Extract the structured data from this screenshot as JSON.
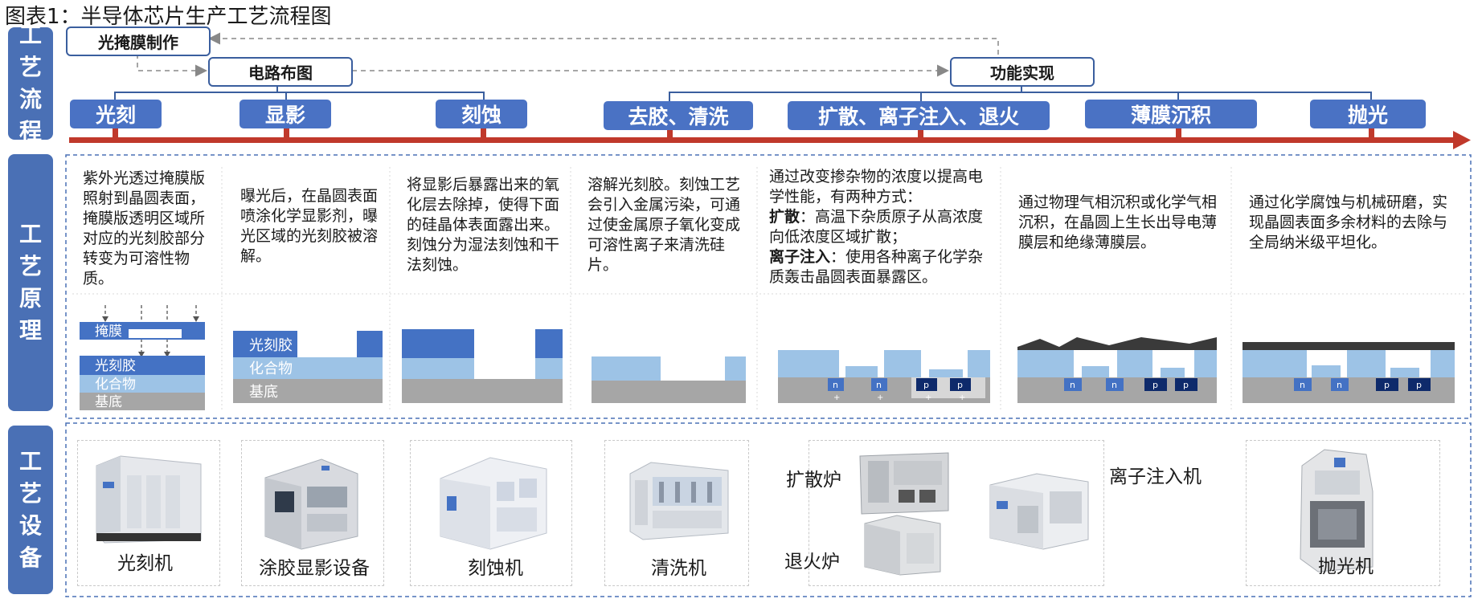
{
  "title": "图表1：半导体芯片生产工艺流程图",
  "sections": {
    "flow": [
      "工",
      "艺",
      "流",
      "程"
    ],
    "principle": [
      "工",
      "艺",
      "原",
      "理"
    ],
    "equipment": [
      "工",
      "艺",
      "设",
      "备"
    ]
  },
  "top_flow": {
    "mask": "光掩膜制作",
    "layout": "电路布图",
    "function": "功能实现"
  },
  "steps": [
    "光刻",
    "显影",
    "刻蚀",
    "去胶、清洗",
    "扩散、离子注入、退火",
    "薄膜沉积",
    "抛光"
  ],
  "descriptions": {
    "litho": "紫外光透过掩膜版照射到晶圆表面，掩膜版透明区域所对应的光刻胶部分转变为可溶性物质。",
    "develop": "曝光后，在晶圆表面喷涂化学显影剂，曝光区域的光刻胶被溶解。",
    "etch": "将显影后暴露出来的氧化层去除掉，使得下面的硅晶体表面露出来。刻蚀分为湿法刻蚀和干法刻蚀。",
    "clean": "溶解光刻胶。刻蚀工艺会引入金属污染，可通过使金属原子氧化变成可溶性离子来清洗硅片。",
    "dope_intro": "通过改变掺杂物的浓度以提高电学性能，有两种方式：",
    "dope_diff_label": "扩散",
    "dope_diff_text": "：高温下杂质原子从高浓度向低浓度区域扩散；",
    "dope_ion_label": "离子注入",
    "dope_ion_text": "：使用各种离子化学杂质轰击晶圆表面暴露区。",
    "film": "通过物理气相沉积或化学气相沉积，在晶圆上生长出导电薄膜层和绝缘薄膜层。",
    "polish": "通过化学腐蚀与机械研磨，实现晶圆表面多余材料的去除与全局纳米级平坦化。"
  },
  "layers": {
    "mask": "掩膜",
    "photoresist": "光刻胶",
    "compound": "化合物",
    "substrate": "基底",
    "n": "n",
    "p": "p",
    "plus": "+"
  },
  "equipment": {
    "litho": "光刻机",
    "coater": "涂胶显影设备",
    "etcher": "刻蚀机",
    "cleaner": "清洗机",
    "diffusion": "扩散炉",
    "anneal": "退火炉",
    "implanter": "离子注入机",
    "polisher": "抛光机"
  },
  "colors": {
    "section_blue": "#4a70b5",
    "step_blue": "#4a72c4",
    "arrow_red": "#c0392b",
    "layer_dark": "#4472c4",
    "layer_light": "#9dc3e6",
    "layer_gray": "#a6a6a6",
    "film_black": "#3a3a3a",
    "doping_navy": "#0e2a6b"
  }
}
